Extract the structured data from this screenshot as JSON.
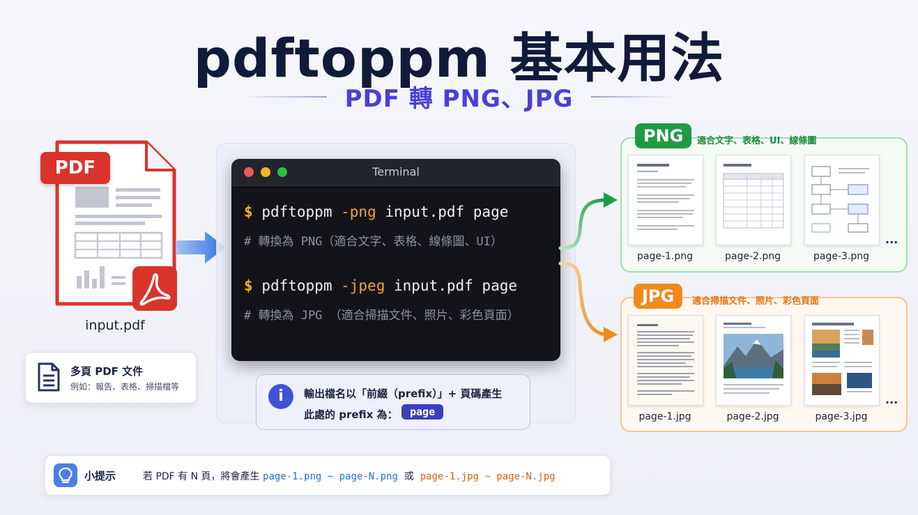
{
  "header": {
    "title": "pdftoppm 基本用法",
    "subtitle": "PDF 轉 PNG、JPG"
  },
  "input": {
    "badge": "PDF",
    "filename": "input.pdf",
    "card_title": "多頁 PDF 文件",
    "card_subtitle": "例如：報告、表格、掃描檔等"
  },
  "terminal": {
    "title": "Terminal",
    "prompt": "$",
    "cmd1_prog": "pdftoppm",
    "cmd1_flag": "-png",
    "cmd1_args": "input.pdf page",
    "cmd1_comment": "# 轉換為 PNG（適合文字、表格、線條圖、UI）",
    "cmd2_prog": "pdftoppm",
    "cmd2_flag": "-jpeg",
    "cmd2_args": "input.pdf page",
    "cmd2_comment": "# 轉換為 JPG （適合掃描文件、照片、彩色頁面）"
  },
  "info": {
    "line1": "輸出檔名以「前綴（prefix）」+ 頁碼產生",
    "line2_label": "此處的 prefix 為：",
    "prefix_value": "page"
  },
  "png_output": {
    "badge": "PNG",
    "description": "適合文字、表格、UI、線條圖",
    "files": [
      "page-1.png",
      "page-2.png",
      "page-3.png"
    ],
    "more": "..."
  },
  "jpg_output": {
    "badge": "JPG",
    "description": "適合掃描文件、照片、彩色頁面",
    "files": [
      "page-1.jpg",
      "page-2.jpg",
      "page-3.jpg"
    ],
    "more": "..."
  },
  "tip": {
    "label": "小提示",
    "text_prefix": "若 PDF 有 N 頁，將會產生",
    "png_range": "page-1.png ~ page-N.png",
    "connector": "或",
    "jpg_range": "page-1.jpg ~ page-N.jpg"
  },
  "colors": {
    "title": "#121a3a",
    "subtitle": "#4a3fd6",
    "png_green": "#1f9b45",
    "jpg_orange": "#f08a1d",
    "terminal_bg": "#121419",
    "info_blue": "#3f53d8"
  },
  "icons": {
    "pdf_file": "pdf-file-icon",
    "acrobat": "acrobat-icon",
    "document": "document-icon",
    "info": "info-icon",
    "lightbulb": "lightbulb-icon"
  }
}
